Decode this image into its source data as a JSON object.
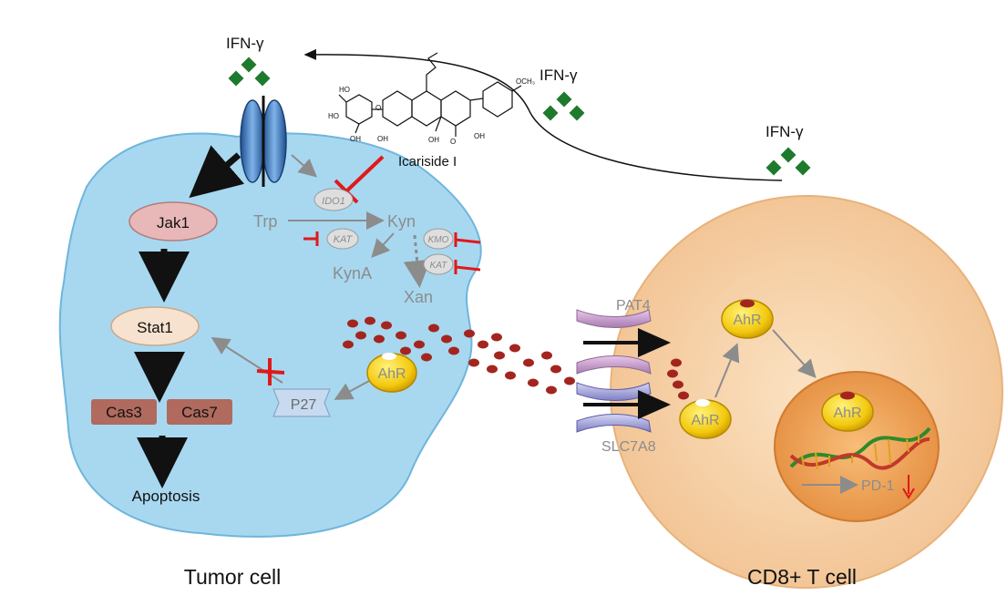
{
  "labels": {
    "ifn_gamma_top": "IFN-γ",
    "ifn_gamma_mid": "IFN-γ",
    "ifn_gamma_right": "IFN-γ",
    "compound": "Icariside I",
    "jak1": "Jak1",
    "stat1": "Stat1",
    "cas3": "Cas3",
    "cas7": "Cas7",
    "apoptosis": "Apoptosis",
    "trp": "Trp",
    "ido1": "IDO1",
    "kyn": "Kyn",
    "kat_left": "KAT",
    "kmo": "KMO",
    "kat_right": "KAT",
    "kyna": "KynA",
    "xan": "Xan",
    "ahr_tumor": "AhR",
    "p27": "P27",
    "pat4": "PAT4",
    "slc7a8": "SLC7A8",
    "ahr_tcell_top": "AhR",
    "ahr_tcell_low": "AhR",
    "ahr_nucleus": "AhR",
    "pd1": "PD-1",
    "tumor_cell": "Tumor cell",
    "cd8_cell": "CD8+ T cell"
  },
  "colors": {
    "tumor_fill": "#a8d8f0",
    "tcell_fill": "#f7d2a8",
    "nucleus_fill": "#f0a45a",
    "cas_box": "#b06a5e",
    "jak_fill": "#e8b8b8",
    "stat_fill": "#f6e2cf",
    "inhibit_red": "#e01919",
    "ifn_green": "#1e7a2c",
    "kyn_dot": "#a3251f",
    "ahr_yellow": "#f3c90f",
    "pathway_gray": "#8c8c8c"
  },
  "icons": {
    "receptor": "ifn-gamma-receptor-icon",
    "transporter": "transporter-channel-icon",
    "dna": "dna-helix-icon",
    "molecule": "chemical-structure-icon"
  }
}
